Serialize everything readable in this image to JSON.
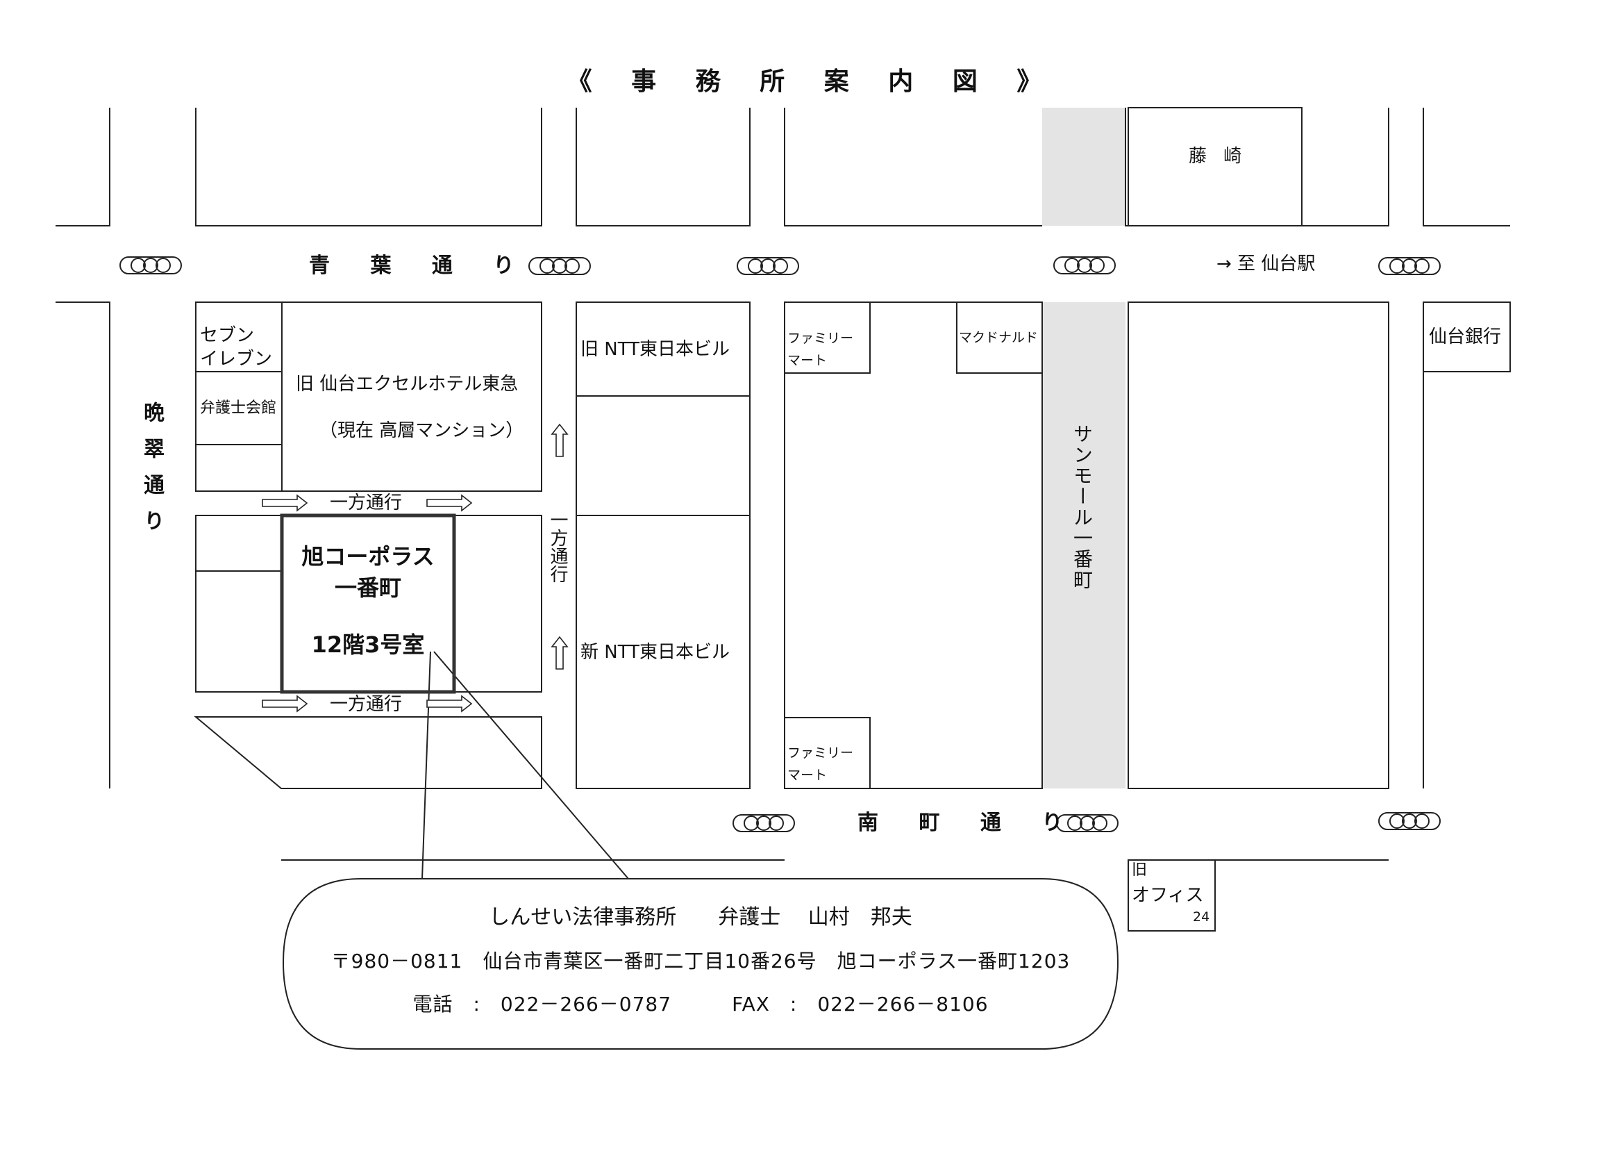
{
  "title": "《 事 務 所 案 内 図 》",
  "roads": {
    "aoba": "青 葉 通 り",
    "minamimachi": "南 町 通 り",
    "bansui": "晩翠通り",
    "sunmall": "サンモール一番町",
    "to_station": "→ 至 仙台駅"
  },
  "one_way": {
    "label": "一方通行",
    "vertical": "一方通行"
  },
  "buildings": {
    "seven_eleven": [
      "セブン",
      "イレブン"
    ],
    "bar_hall": "弁護士会館",
    "excel_hotel": "旧 仙台エクセルホテル東急",
    "excel_hotel_now": "（現在 高層マンション）",
    "old_ntt": "旧 NTT東日本ビル",
    "new_ntt": "新 NTT東日本ビル",
    "familymart_top": [
      "ファミリー",
      "マート"
    ],
    "familymart_bottom": [
      "ファミリー",
      "マート"
    ],
    "mcdonalds": "マクドナルド",
    "fujisaki": "藤 崎",
    "sendai_bank": "仙台銀行",
    "old_office": [
      "旧",
      "オフィス"
    ],
    "old_office_num": "24"
  },
  "office_building": {
    "name_line1": "旭コーポラス",
    "name_line2": "一番町",
    "room": "12階3号室"
  },
  "info": {
    "firm": "しんせい法律事務所　　弁護士　 山村　邦夫",
    "address": "〒980－0811　仙台市青葉区一番町二丁目10番26号　旭コーポラス一番町1203",
    "contact": "電話　:　022－266－0787　　　FAX　:　022－266－8106"
  },
  "icons": [
    "traffic-signal-icon",
    "arrow-right-icon",
    "arrow-up-icon"
  ],
  "colors": {
    "line": "#222222",
    "arcade": "#e4e4e4",
    "office_border": "#333333"
  }
}
